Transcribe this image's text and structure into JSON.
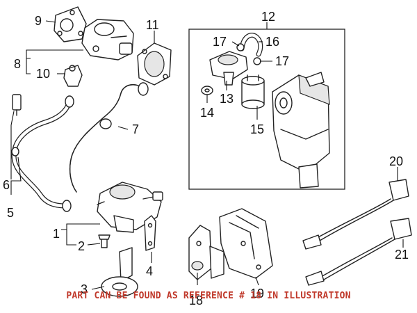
{
  "callouts": {
    "c1": "1",
    "c2": "2",
    "c3": "3",
    "c4": "4",
    "c5": "5",
    "c6": "6",
    "c7": "7",
    "c8": "8",
    "c9": "9",
    "c10": "10",
    "c11": "11",
    "c12": "12",
    "c13": "13",
    "c14": "14",
    "c15": "15",
    "c16": "16",
    "c17a": "17",
    "c17b": "17",
    "c18": "18",
    "c19": "19",
    "c20": "20",
    "c21": "21"
  },
  "banner": {
    "text": "PART CAN BE FOUND AS REFERENCE # 18 IN ILLUSTRATION"
  }
}
